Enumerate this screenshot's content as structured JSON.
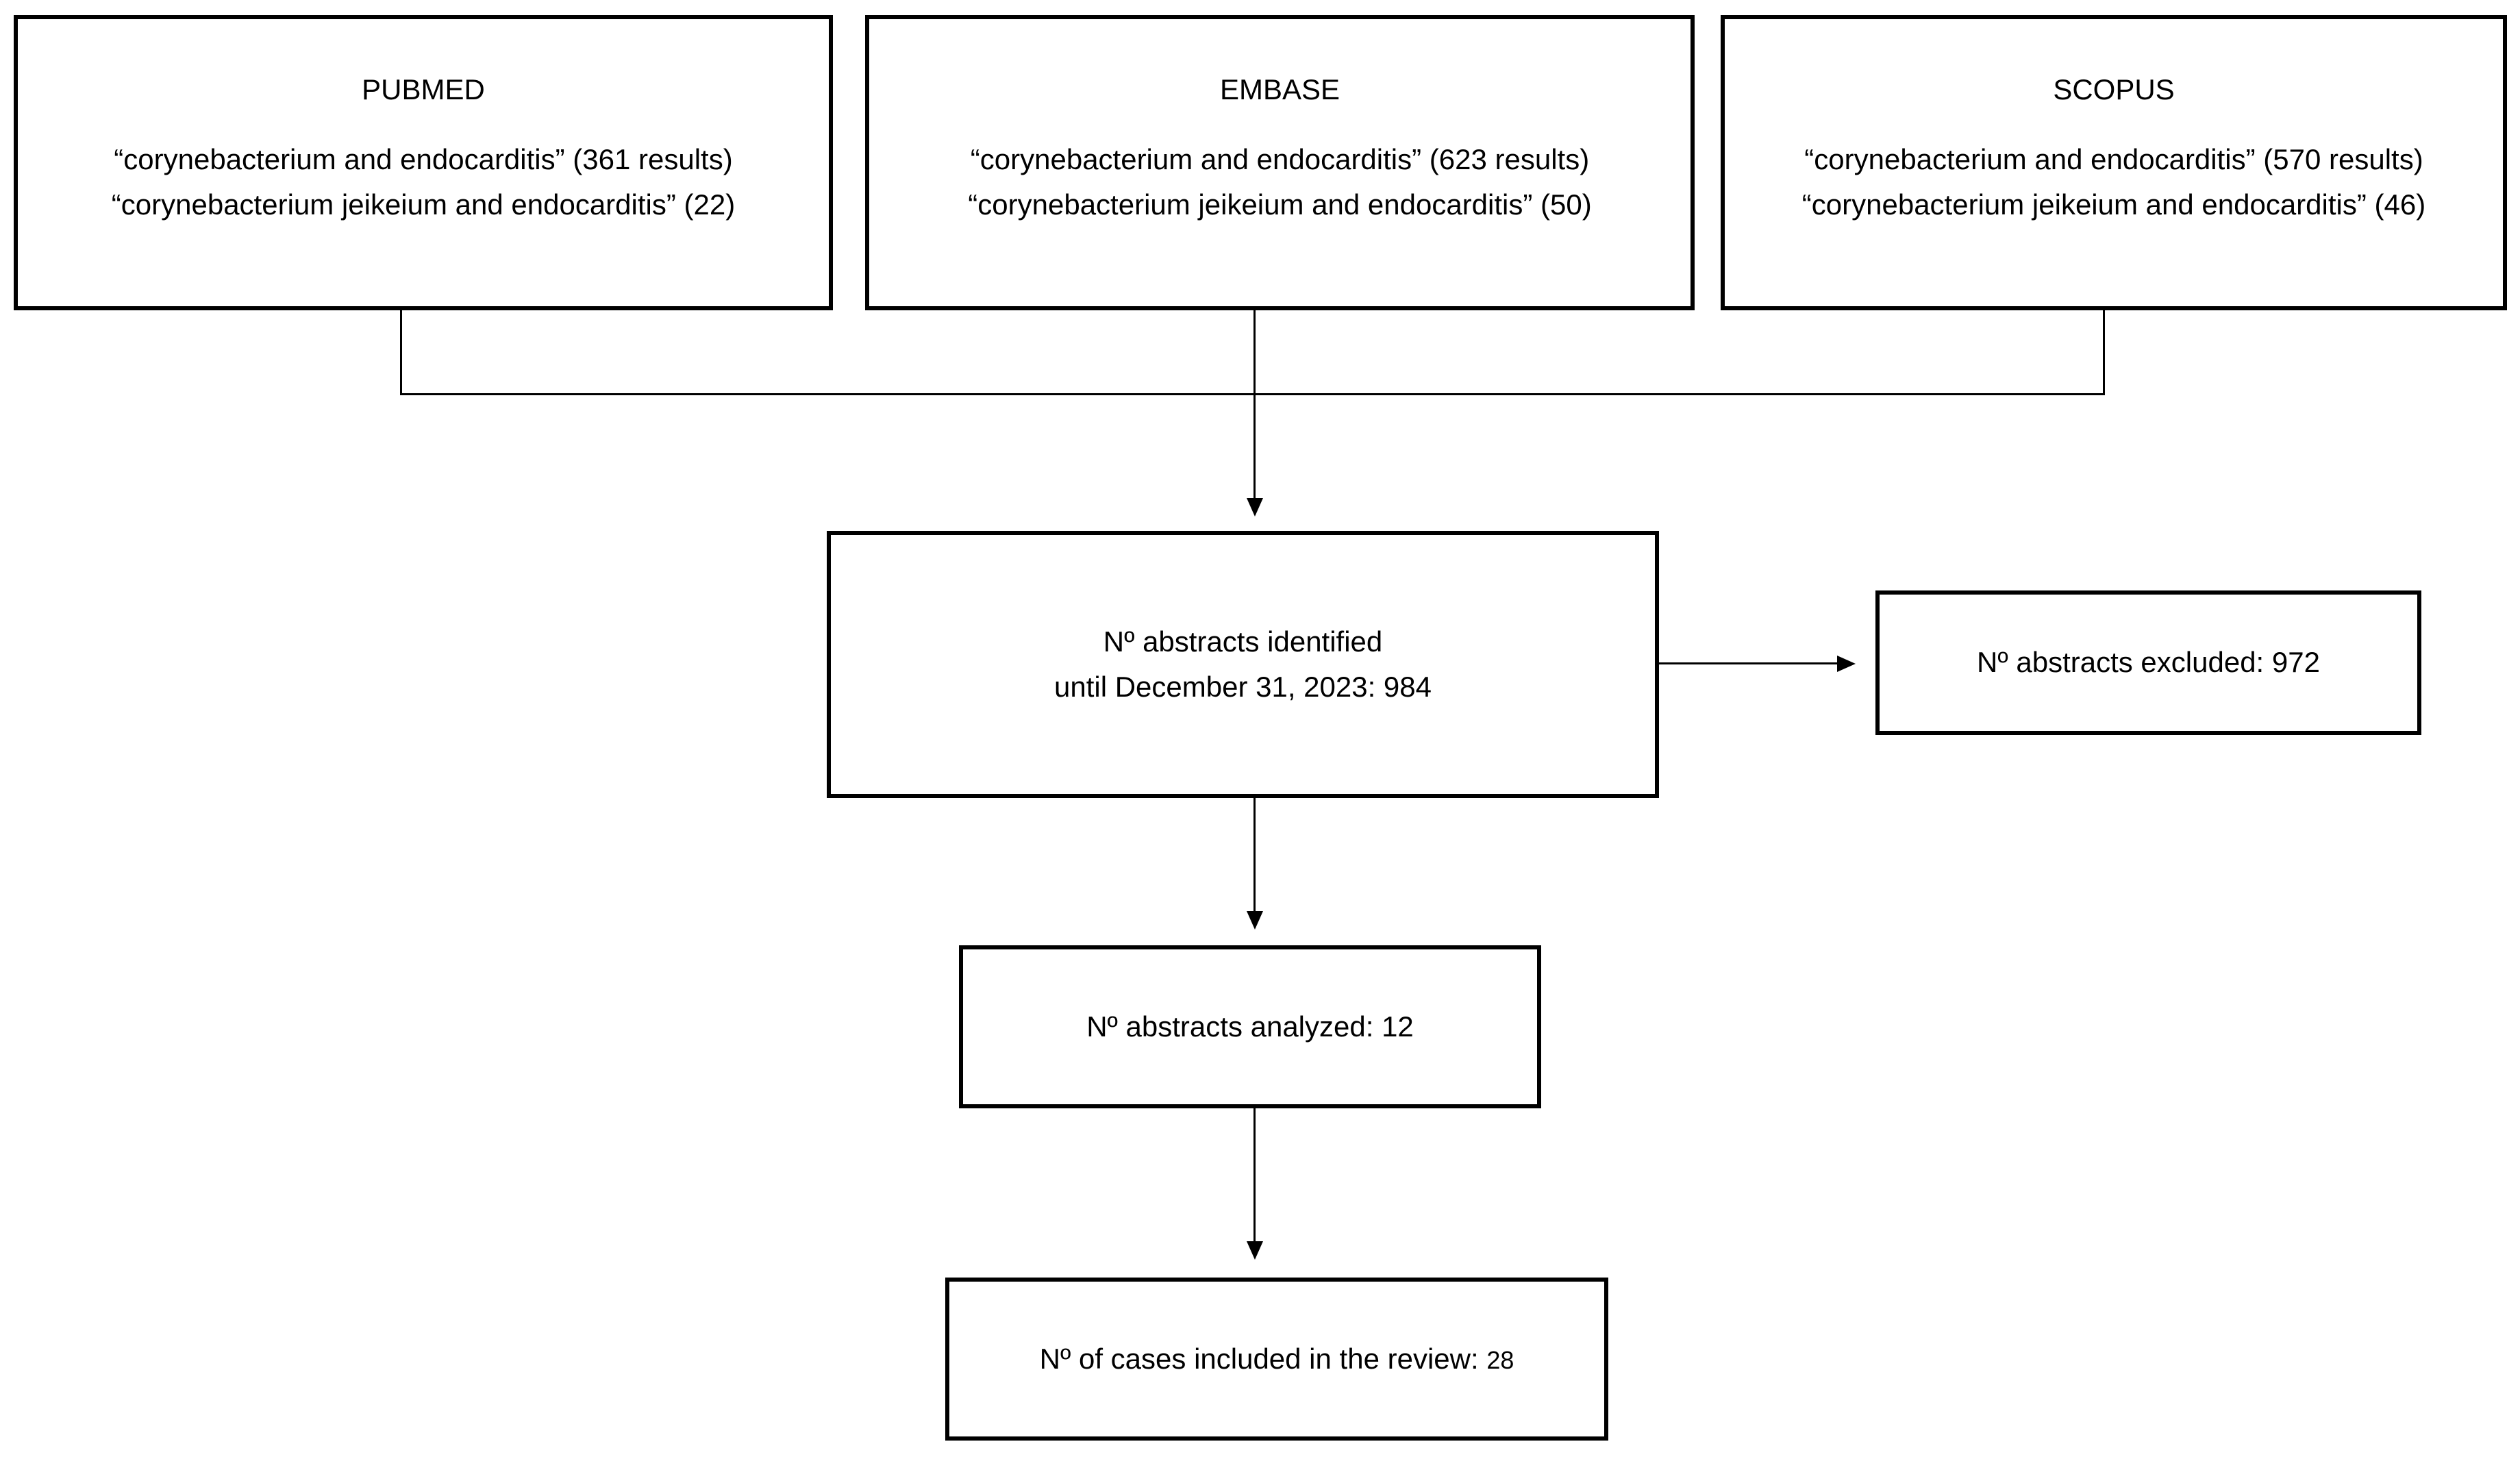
{
  "flowchart": {
    "sources": [
      {
        "name": "PUBMED",
        "query1": "“corynebacterium and endocarditis” (361 results)",
        "query2": "“corynebacterium jeikeium and endocarditis” (22)"
      },
      {
        "name": "EMBASE",
        "query1": "“corynebacterium and endocarditis” (623 results)",
        "query2": "“corynebacterium jeikeium and endocarditis” (50)"
      },
      {
        "name": "SCOPUS",
        "query1": "“corynebacterium and endocarditis” (570 results)",
        "query2": "“corynebacterium jeikeium and endocarditis” (46)"
      }
    ],
    "identified": {
      "line1": "Nº abstracts identified",
      "line2": "until December 31, 2023: 984"
    },
    "excluded": {
      "label": "Nº abstracts excluded: 972"
    },
    "analyzed": {
      "label": "Nº abstracts analyzed: 12"
    },
    "included": {
      "prefix": "Nº of cases included in the review: ",
      "count": "28"
    },
    "colors": {
      "line": "#000000",
      "background": "#ffffff",
      "text": "#000000"
    }
  }
}
